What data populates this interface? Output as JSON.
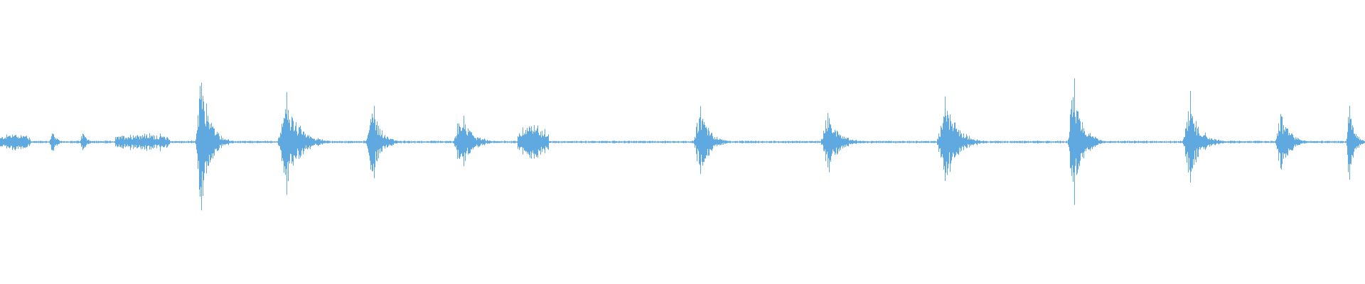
{
  "waveform": {
    "color": "#5fa9e0",
    "background": "#ffffff",
    "duration": 1.0,
    "baseline_amplitude": 0.008,
    "bursts": [
      {
        "start": 0.0,
        "end": 0.022,
        "peak": 0.06,
        "shape": "flat"
      },
      {
        "start": 0.017,
        "end": 0.025,
        "peak": 0.09,
        "shape": "decay"
      },
      {
        "start": 0.036,
        "end": 0.048,
        "peak": 0.08,
        "shape": "decay"
      },
      {
        "start": 0.058,
        "end": 0.072,
        "peak": 0.07,
        "shape": "decay"
      },
      {
        "start": 0.084,
        "end": 0.124,
        "peak": 0.06,
        "shape": "flat"
      },
      {
        "start": 0.143,
        "end": 0.168,
        "peak": 0.5,
        "shape": "decay"
      },
      {
        "start": 0.203,
        "end": 0.242,
        "peak": 0.3,
        "shape": "decay"
      },
      {
        "start": 0.268,
        "end": 0.292,
        "peak": 0.3,
        "shape": "decay"
      },
      {
        "start": 0.332,
        "end": 0.363,
        "peak": 0.2,
        "shape": "decay"
      },
      {
        "start": 0.379,
        "end": 0.402,
        "peak": 0.12,
        "shape": "flat"
      },
      {
        "start": 0.508,
        "end": 0.535,
        "peak": 0.26,
        "shape": "decay"
      },
      {
        "start": 0.601,
        "end": 0.632,
        "peak": 0.22,
        "shape": "decay"
      },
      {
        "start": 0.686,
        "end": 0.722,
        "peak": 0.3,
        "shape": "decay"
      },
      {
        "start": 0.782,
        "end": 0.808,
        "peak": 0.42,
        "shape": "decay"
      },
      {
        "start": 0.866,
        "end": 0.897,
        "peak": 0.28,
        "shape": "decay"
      },
      {
        "start": 0.934,
        "end": 0.958,
        "peak": 0.24,
        "shape": "decay"
      },
      {
        "start": 0.986,
        "end": 1.0,
        "peak": 0.28,
        "shape": "decay"
      }
    ]
  }
}
